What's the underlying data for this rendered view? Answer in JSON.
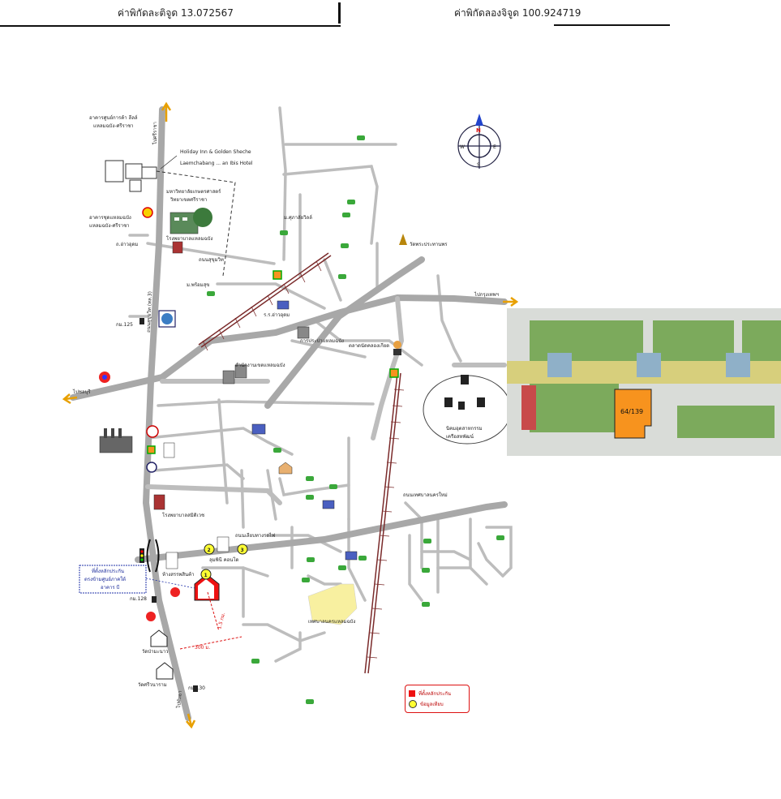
{
  "header": {
    "latitude_label": "ค่าพิกัดละติจูด 13.072567",
    "longitude_label": "ค่าพิกัดลองจิจูด 100.924719"
  },
  "compass": {
    "n": "N",
    "s": "S",
    "e": "E",
    "w": "W"
  },
  "inset": {
    "unit_label": "64/139",
    "accent_color": "#f7931e"
  },
  "legend": {
    "property_location": "ที่ตั้งหลักประกัน",
    "landmark": "ข้อมูลเทียบ"
  },
  "callout": {
    "line1": "ที่ตั้งหลักประกัน",
    "line2": "ตรงข้ามศูนย์ภาคใต้",
    "line3": "อาคาร บี"
  },
  "labels": {
    "to_sriracha_n": "ไปศรีราชา",
    "to_sriracha_s": "ไปพัทยา",
    "to_bangkok": "ไปกรุงเทพฯ",
    "to_chonburi": "ไปชลบุรี",
    "hotel": "Holiday Inn & Golden Sheche",
    "hotel2": "Laemchabang ... an Ibis Hotel",
    "building_n": "อาคารศูนย์การค้า ลีลล์",
    "building_n2": "แหลมฉบัง-ศรีราชา",
    "building_n3": "อาคารชุดแหลมฉบัง",
    "building_n4": "แหลมฉบัง-ศรีราชา",
    "university": "มหาวิทยาลัยเกษตรศาสตร์",
    "university2": "วิทยาเขตศรีราชา",
    "hospital": "โรงพยาบาลแหลมฉบัง",
    "road_sukhumvit": "ถนนสุขุมวิท (ทล.3)",
    "road_ao_udom": "ถ.อ่าวอุดม",
    "road_laemchabang": "ถนนสุขุมวิท",
    "village1": "ม.พร้อมสุข",
    "village2": "ม.ศุภาลัยวิลล์",
    "temple": "วัดพระประทานพร",
    "market": "ตลาดนัดคลองเกียด",
    "school": "ร.ร.อ่าวอุดม",
    "office": "การประปาแหลมฉบัง",
    "office2": "สำนักงานเขตแหลมฉบัง",
    "industrial": "นิคมอุตสาหกรรม",
    "industrial2": "เครือสหพัฒน์",
    "km125": "กม.125",
    "km128": "กม.128",
    "km130": "กม.130",
    "temple2": "วัดป่ามะนาว",
    "temple3": "วัดศรีวนาราม",
    "market2": "ห้างสรรพสินค้า",
    "laemchabang_city": "เทศบาลนครแหลมฉบัง",
    "hospital2": "โรงพยาบาลสมิติเวช",
    "condo": "ลุมพินี คอนโด",
    "distance1": "300 ม.",
    "distance2": "1.5 กม.",
    "road_new": "ถนนเลียบทางรถไฟ",
    "road_city": "ถนนเทศบาลนครใหม่"
  }
}
